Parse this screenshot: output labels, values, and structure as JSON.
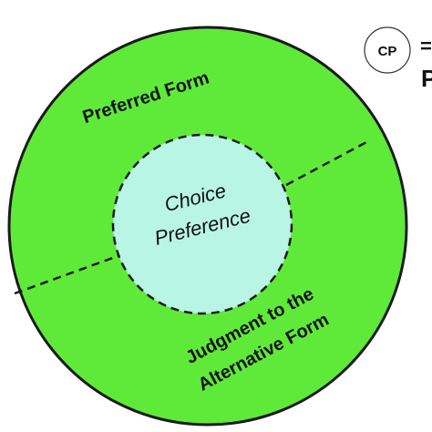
{
  "diagram": {
    "outer_segment_top": "Preferred Form",
    "outer_segment_bottom_line1": "Judgment to the",
    "outer_segment_bottom_line2": "Alternative Form",
    "center_line1": "Choice",
    "center_line2": "Preference"
  },
  "legend": {
    "abbreviation": "CP",
    "equals_fragment": "=",
    "cut_text_fragment": "P"
  },
  "colors": {
    "outer_circle": "#5fea3a",
    "inner_circle": "#b8f5e4",
    "stroke": "#1a1a1a",
    "background": "#ffffff"
  }
}
